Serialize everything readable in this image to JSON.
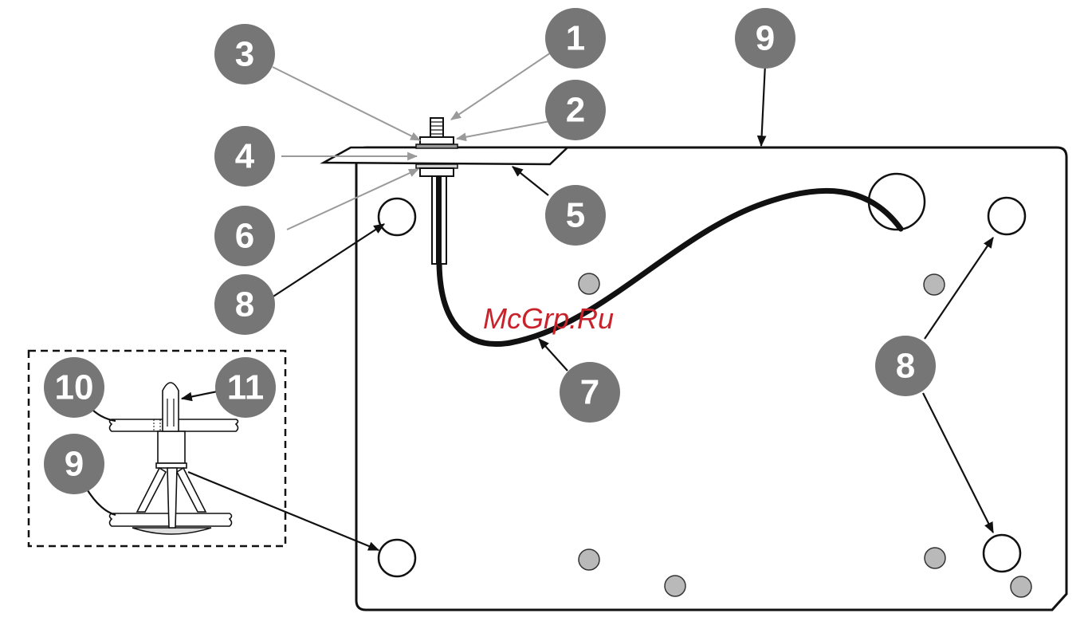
{
  "watermark": "McGrp.Ru",
  "callouts": [
    {
      "id": "c1",
      "label": "1"
    },
    {
      "id": "c2",
      "label": "2"
    },
    {
      "id": "c3",
      "label": "3"
    },
    {
      "id": "c4",
      "label": "4"
    },
    {
      "id": "c5",
      "label": "5"
    },
    {
      "id": "c6",
      "label": "6"
    },
    {
      "id": "c7",
      "label": "7"
    },
    {
      "id": "c8a",
      "label": "8"
    },
    {
      "id": "c8b",
      "label": "8"
    },
    {
      "id": "c9a",
      "label": "9"
    },
    {
      "id": "c9b",
      "label": "9"
    },
    {
      "id": "c10",
      "label": "10"
    },
    {
      "id": "c11",
      "label": "11"
    }
  ],
  "colors": {
    "callout_fill": "#767676",
    "callout_text": "#ffffff",
    "watermark": "#c8222a",
    "line": "#111111",
    "grey_leader": "#9a9a9a",
    "small_hole_fill": "#b9b9b9"
  }
}
